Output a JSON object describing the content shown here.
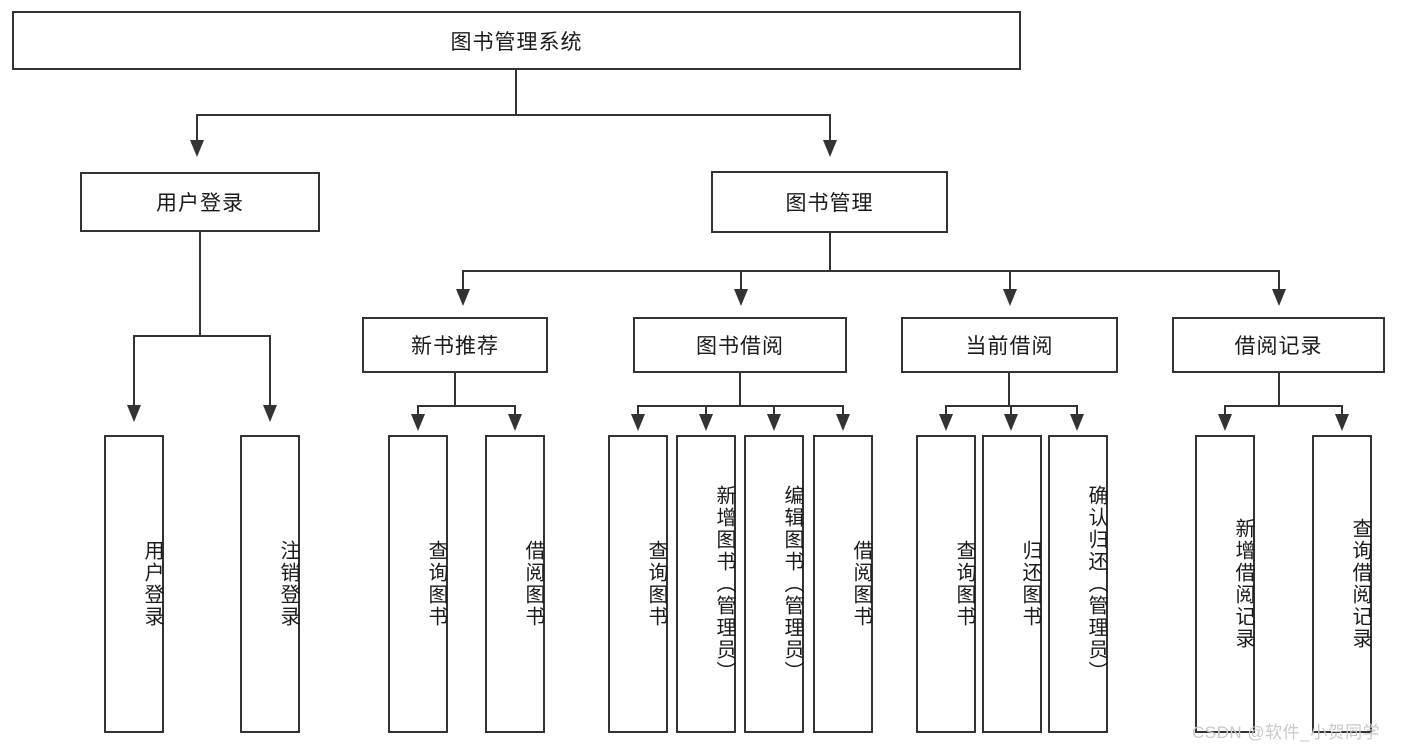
{
  "diagram": {
    "type": "tree-hierarchy",
    "title": "图书管理系统",
    "root": {
      "label": "图书管理系统"
    },
    "level1": [
      {
        "label": "用户登录"
      },
      {
        "label": "图书管理"
      }
    ],
    "level2": [
      {
        "label": "新书推荐"
      },
      {
        "label": "图书借阅"
      },
      {
        "label": "当前借阅"
      },
      {
        "label": "借阅记录"
      }
    ],
    "leaves_user_login": [
      {
        "label": "用户登录"
      },
      {
        "label": "注销登录"
      }
    ],
    "leaves_new_book": [
      {
        "label": "查询图书"
      },
      {
        "label": "借阅图书"
      }
    ],
    "leaves_borrow": [
      {
        "label": "查询图书"
      },
      {
        "label": "新增图书（管理员）"
      },
      {
        "label": "编辑图书（管理员）"
      },
      {
        "label": "借阅图书"
      }
    ],
    "leaves_current": [
      {
        "label": "查询图书"
      },
      {
        "label": "归还图书"
      },
      {
        "label": "确认归还（管理员）"
      }
    ],
    "leaves_records": [
      {
        "label": "新增借阅记录"
      },
      {
        "label": "查询借阅记录"
      }
    ]
  },
  "watermark": {
    "text": "CSDN @软件_小贺同学"
  },
  "colors": {
    "stroke": "#333333",
    "background": "#ffffff",
    "text": "#1a1a1a",
    "watermark": "#c9c9c9"
  }
}
